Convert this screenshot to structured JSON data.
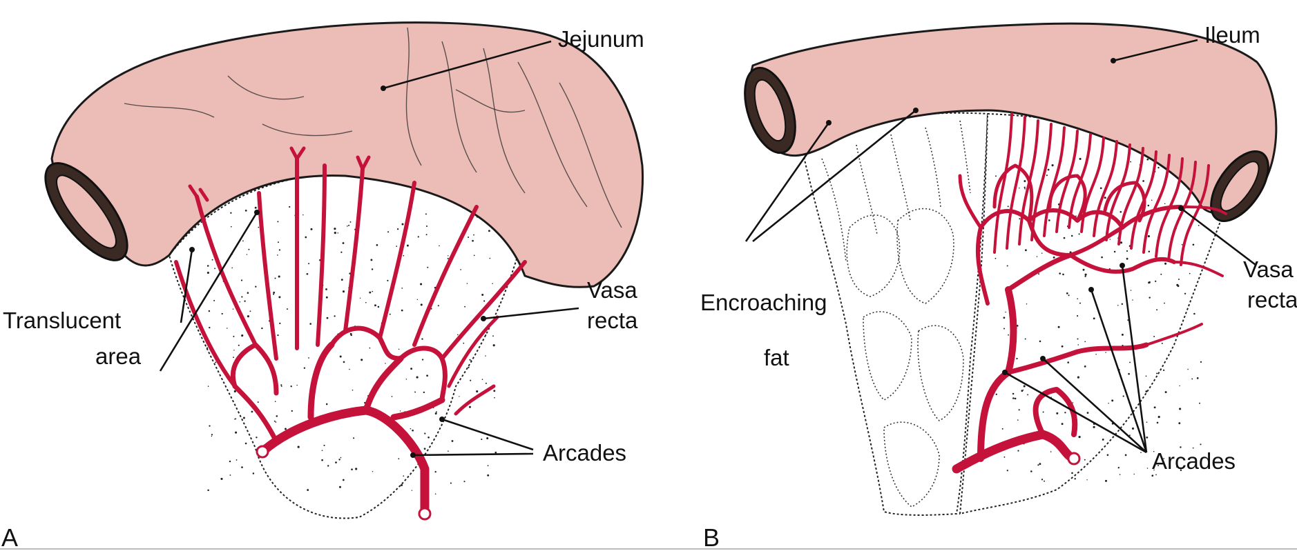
{
  "colors": {
    "gut": "#ecbcb6",
    "vessel": "#c4123a",
    "lumen": "#3b2a24"
  },
  "panel_a": {
    "letter": "A",
    "labels": {
      "jejunum": "Jejunum",
      "vasa_recta_1": "Vasa",
      "vasa_recta_2": "recta",
      "translucent_1": "Translucent",
      "translucent_2": "area",
      "arcades": "Arcades"
    }
  },
  "panel_b": {
    "letter": "B",
    "labels": {
      "ileum": "Ileum",
      "vasa_recta_1": "Vasa",
      "vasa_recta_2": "recta",
      "fat_1": "Encroaching",
      "fat_2": "fat",
      "arcades": "Arcades"
    }
  }
}
